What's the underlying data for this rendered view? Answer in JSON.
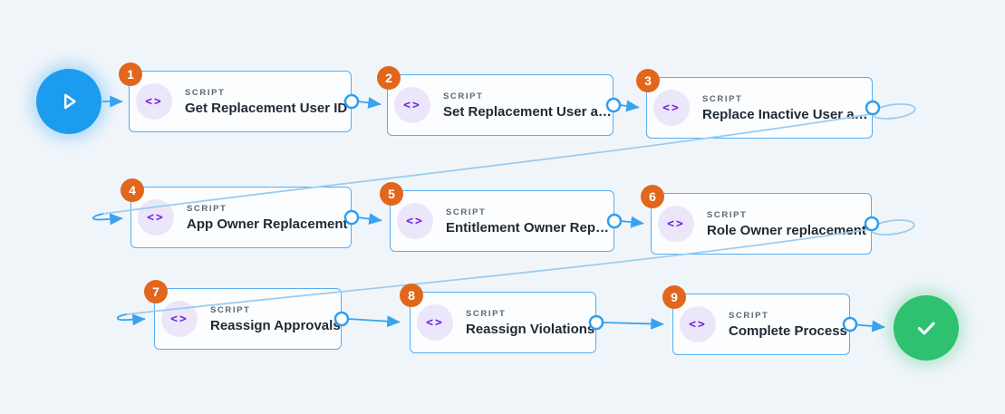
{
  "workflow": {
    "step_count": 9,
    "icons": {
      "script_glyph": "<>",
      "start_icon": "play-icon",
      "end_icon": "check-icon"
    },
    "colors": {
      "background": "#f0f5fa",
      "node_border": "#55aef2",
      "wire_strong": "#3aa3f0",
      "wire_light": "#9ccdf0",
      "badge": "#e2661c",
      "icon_bg": "#ece6fb",
      "icon_glyph": "#6e1fde",
      "start_node": "#1b9cef",
      "end_node": "#2ec170",
      "type_label": "#5c6873",
      "title": "#1f2933"
    },
    "steps": [
      {
        "number": "1",
        "type": "SCRIPT",
        "title": "Get Replacement User ID"
      },
      {
        "number": "2",
        "type": "SCRIPT",
        "title": "Set Replacement User a…"
      },
      {
        "number": "3",
        "type": "SCRIPT",
        "title": "Replace Inactive User a…"
      },
      {
        "number": "4",
        "type": "SCRIPT",
        "title": "App Owner Replacement"
      },
      {
        "number": "5",
        "type": "SCRIPT",
        "title": "Entitlement Owner Rep…"
      },
      {
        "number": "6",
        "type": "SCRIPT",
        "title": "Role Owner replacement"
      },
      {
        "number": "7",
        "type": "SCRIPT",
        "title": "Reassign Approvals"
      },
      {
        "number": "8",
        "type": "SCRIPT",
        "title": "Reassign Violations"
      },
      {
        "number": "9",
        "type": "SCRIPT",
        "title": "Complete Process"
      }
    ]
  }
}
